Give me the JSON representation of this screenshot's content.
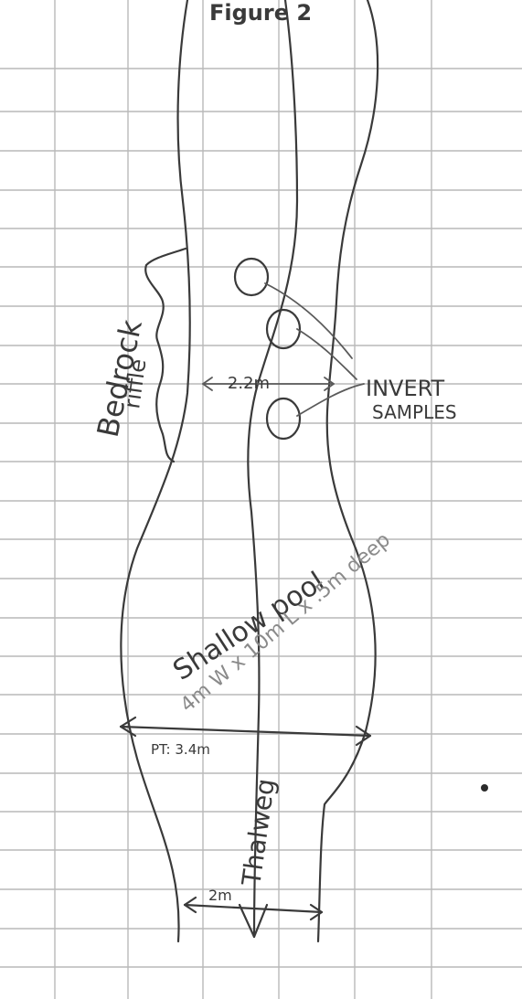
{
  "page_title": "Figure 2",
  "labels": {
    "bedrock": "Bedrock",
    "riffle": "riffle",
    "riffle_width": "2.2m",
    "invert": "INVERT",
    "samples": "SAMPLES",
    "shallow_pool": "Shallow pool",
    "pool_dims": "4m W x 10m L x .5m deep",
    "pool_width": "PT: 3.4m",
    "thalweg": "Thalweg",
    "outlet_width": "2m"
  },
  "colors": {
    "ink": "#3a3a3a",
    "grid": "#b9b9b9",
    "faint": "#8a8a8a"
  }
}
